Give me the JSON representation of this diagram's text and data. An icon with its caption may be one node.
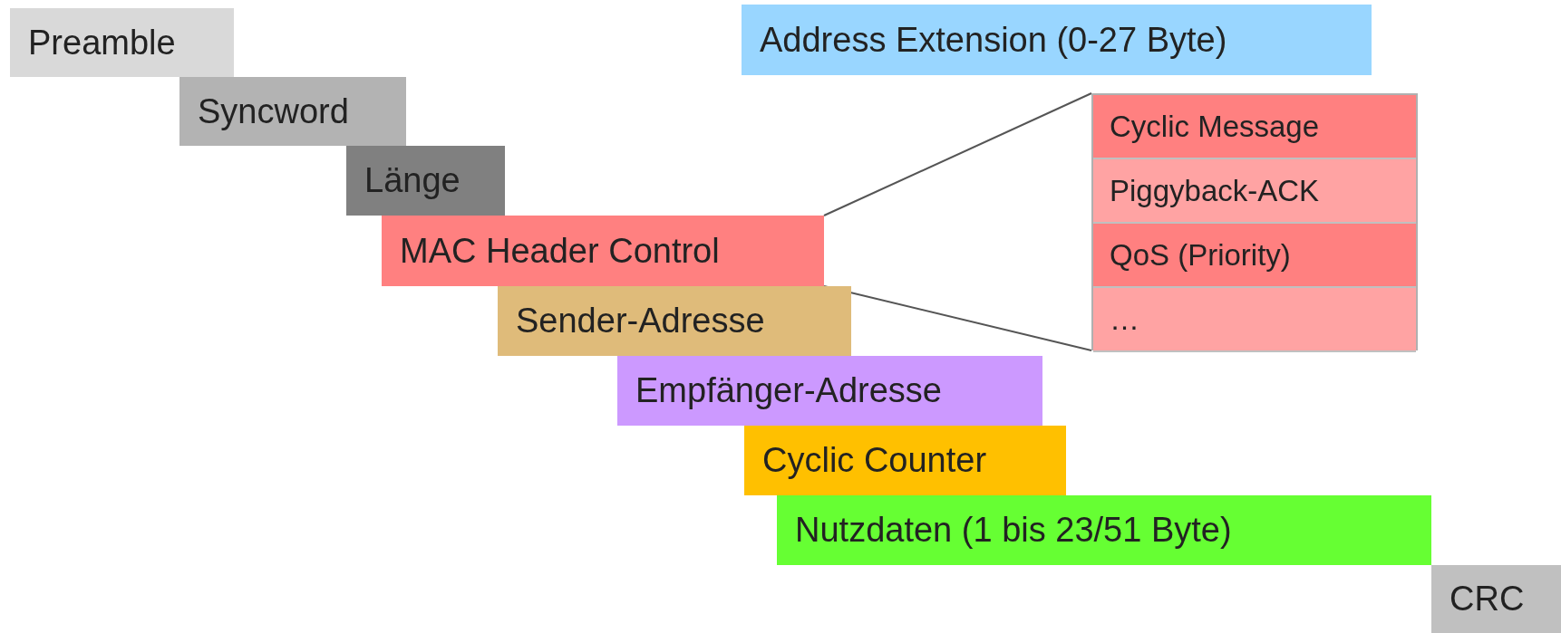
{
  "diagram": {
    "nodes": [
      {
        "text": [
          "Preamble"
        ]
      },
      {
        "text": [
          "Address Extension (0-27 Byte)"
        ]
      },
      {
        "text": [
          "Syncword"
        ]
      },
      {
        "text": [
          "Länge"
        ]
      },
      {
        "text": [
          "MAC Header Control"
        ]
      },
      {
        "text": [],
        "shape": "box"
      },
      {
        "text": [
          "Cyclic Message"
        ],
        "in": 5
      },
      {
        "text": [
          "Piggyback-ACK"
        ],
        "in": 5
      },
      {
        "text": [
          "QoS (Priority)"
        ],
        "in": 5
      },
      {
        "text": [
          "…"
        ],
        "in": 5
      },
      {
        "text": [
          "Sender-Adresse"
        ]
      },
      {
        "text": [
          "Empfänger-Adresse"
        ]
      },
      {
        "text": [
          "Cyclic Counter"
        ]
      },
      {
        "text": [
          "Nutzdaten (1 bis 23/51 Byte)"
        ]
      },
      {
        "text": [
          "CRC"
        ]
      }
    ],
    "edges": [
      {
        "from": 4,
        "to": 5,
        "arrow": "none"
      },
      {
        "from": 4,
        "to": 5,
        "arrow": "none"
      }
    ]
  }
}
